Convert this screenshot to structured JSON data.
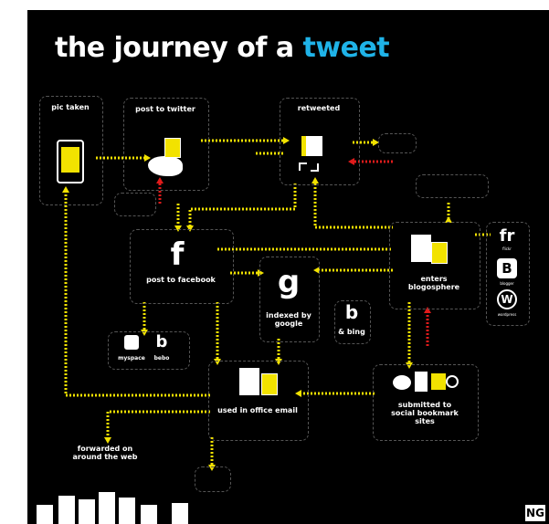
{
  "title": {
    "part1": "the journey of a",
    "part2": "tweet"
  },
  "nodes": {
    "pic_taken": "pic taken",
    "post_to_twitter": "post to twitter",
    "retweeted": "retweeted",
    "post_to_facebook": "post to facebook",
    "indexed_by_google": "indexed by google",
    "bing": "& bing",
    "enters_blogosphere": "enters blogosphere",
    "myspace": "myspace",
    "bebo": "bebo",
    "used_in_office_email": "used in office email",
    "submitted_social": "submitted to social bookmark sites",
    "forwarded": "forwarded on around the web",
    "platforms": [
      "flickr",
      "blogger",
      "wordpress"
    ],
    "platform_icons": [
      "fr",
      "B",
      "W"
    ],
    "google_icon": "g",
    "bing_icon": "b"
  },
  "badge": "NG",
  "colors": {
    "accent": "#1fb3e8",
    "dots": "#f2e200",
    "red": "#e01b1b",
    "white": "#ffffff",
    "bg": "#000000"
  }
}
